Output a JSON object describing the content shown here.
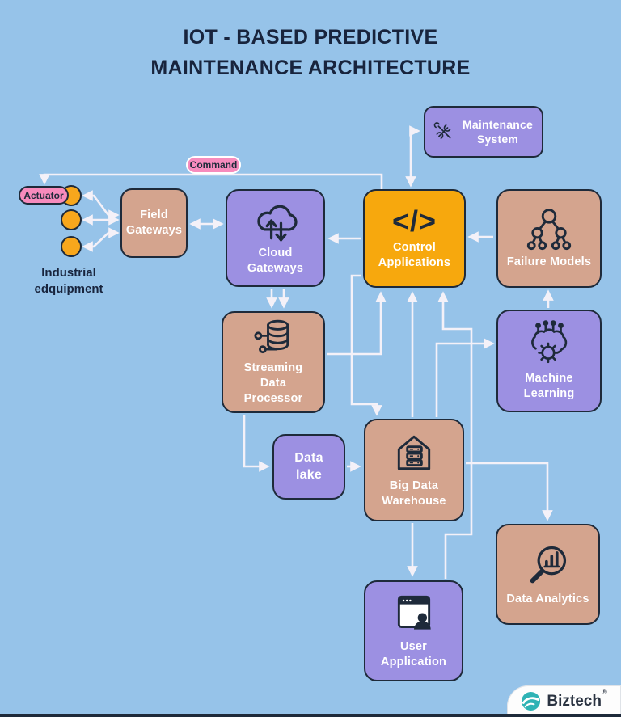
{
  "title": {
    "line1": "IOT - BASED PREDICTIVE",
    "line2": "MAINTENANCE ARCHITECTURE"
  },
  "pills": {
    "actuator": "Actuator",
    "command": "Command"
  },
  "equipment_label": {
    "line1": "Industrial",
    "line2": "edquipment"
  },
  "nodes": {
    "maintenance_system": {
      "label": "Maintenance System",
      "icon": "tools-icon"
    },
    "field_gateways": {
      "label": "Field Gateways",
      "icon": "none"
    },
    "cloud_gateways": {
      "label": "Cloud Gateways",
      "icon": "cloud-sync-icon"
    },
    "control_applications": {
      "label": "Control Applications",
      "icon": "code-icon",
      "glyph": "</>"
    },
    "failure_models": {
      "label": "Failure Models",
      "icon": "node-tree-icon"
    },
    "streaming_data_processor": {
      "label": "Streaming Data Processor",
      "icon": "database-stream-icon"
    },
    "machine_learning": {
      "label": "Machine Learning",
      "icon": "ai-brain-gear-icon"
    },
    "data_lake": {
      "label": "Data lake",
      "icon": "none"
    },
    "big_data_warehouse": {
      "label": "Big Data Warehouse",
      "icon": "warehouse-icon"
    },
    "data_analytics": {
      "label": "Data Analytics",
      "icon": "magnifier-chart-icon"
    },
    "user_application": {
      "label": "User Application",
      "icon": "app-window-user-icon"
    }
  },
  "logo": {
    "name": "Biztech",
    "registered": "®"
  },
  "colors": {
    "background": "#96c3e9",
    "node_purple": "#9c90e2",
    "node_tan": "#d4a48e",
    "node_orange": "#f7a80d",
    "pill_pink": "#f78bbd",
    "equipment_orange": "#f8a71c",
    "outline_navy": "#1e2a3a",
    "connector_white": "#f4f1f8",
    "logo_teal": "#2fb3b5"
  }
}
